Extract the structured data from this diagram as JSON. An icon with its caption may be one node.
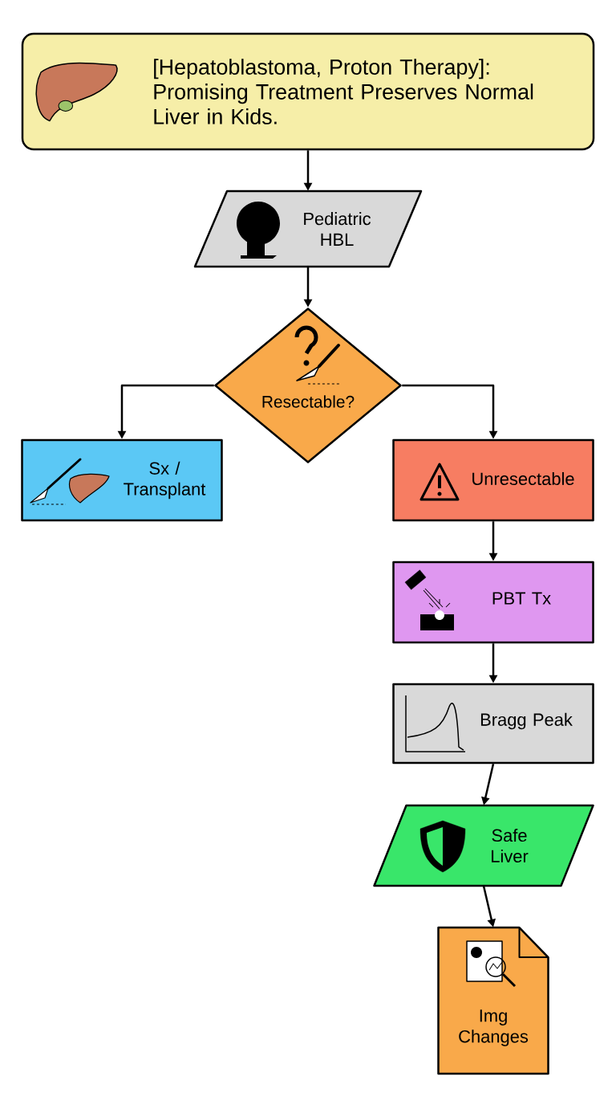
{
  "diagram": {
    "nodes": [
      {
        "text": [
          "[Hepatoblastoma, Proton Therapy]: Promising Treatment Preserves Normal Liver in Kids."
        ]
      },
      {
        "text": [
          "Pediatric HBL"
        ]
      },
      {
        "text": [
          "Resectable?"
        ]
      },
      {
        "text": [
          "Sx / Transplant"
        ]
      },
      {
        "text": [
          "Unresectable"
        ]
      },
      {
        "text": [
          "PBT Tx"
        ]
      },
      {
        "text": [
          "Bragg Peak"
        ]
      },
      {
        "text": [
          "Safe Liver"
        ]
      },
      {
        "text": [
          "Img Changes"
        ]
      }
    ],
    "edges": [
      {
        "from": 0,
        "to": 1,
        "arrow": "to"
      },
      {
        "from": 1,
        "to": 2,
        "arrow": "to"
      },
      {
        "from": 2,
        "to": 3,
        "arrow": "to"
      },
      {
        "from": 2,
        "to": 4,
        "arrow": "to"
      },
      {
        "from": 4,
        "to": 5,
        "arrow": "to"
      },
      {
        "from": 5,
        "to": 6,
        "arrow": "to"
      },
      {
        "from": 6,
        "to": 7,
        "arrow": "to"
      },
      {
        "from": 7,
        "to": 8,
        "arrow": "to"
      }
    ]
  }
}
